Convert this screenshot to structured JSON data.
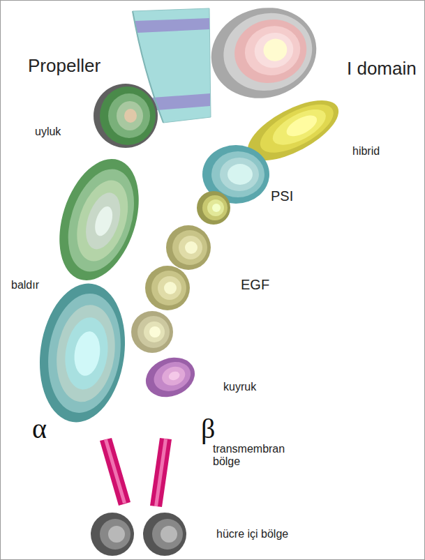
{
  "diagram": {
    "labels": [
      "Propeller",
      "I domain",
      "uyluk",
      "hibrid",
      "PSI",
      "baldır",
      "EGF",
      "kuyruk",
      "α",
      "β",
      "transmembran bölge",
      "hücre içi bölge"
    ]
  }
}
